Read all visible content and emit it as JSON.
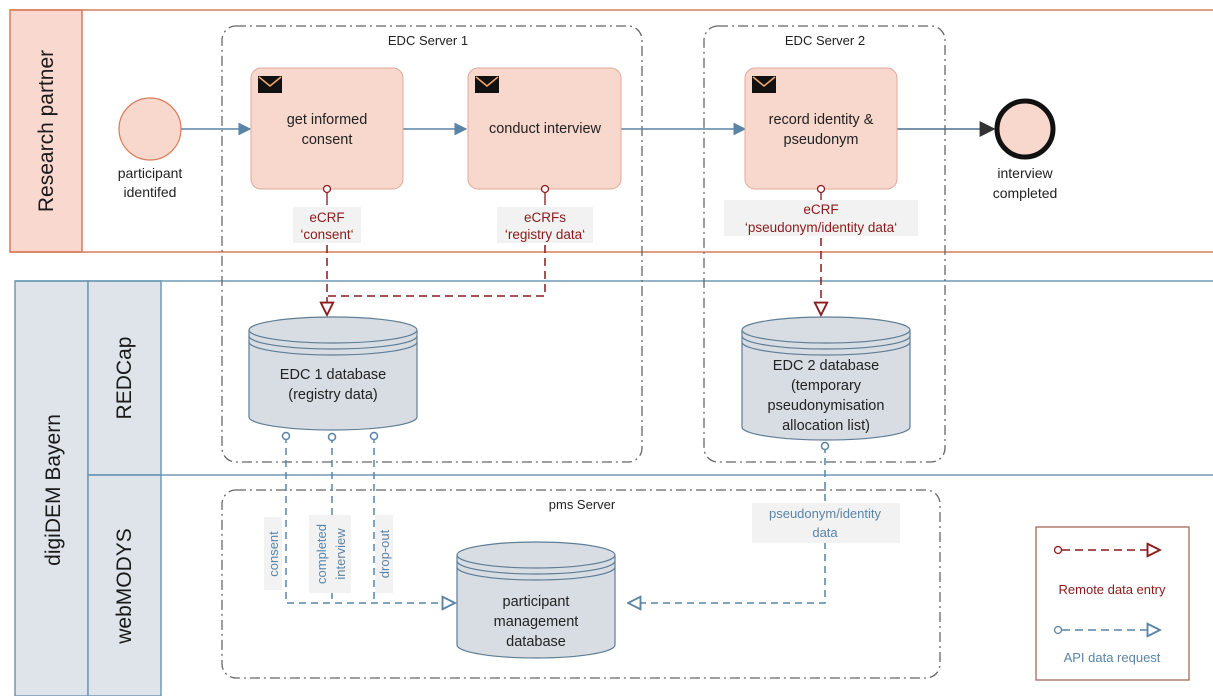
{
  "lanes": {
    "research_partner": "Research partner",
    "digidem": "digiDEM Bayern",
    "redcap": "REDCap",
    "webmodys": "webMODYS"
  },
  "servers": {
    "edc1": "EDC Server 1",
    "edc2": "EDC Server 2",
    "pms": "pms Server"
  },
  "events": {
    "start": [
      "participant",
      "identifed"
    ],
    "end": [
      "interview",
      "completed"
    ]
  },
  "tasks": {
    "consent": [
      "get informed",
      "consent"
    ],
    "interview": [
      "conduct interview"
    ],
    "identity": [
      "record identity &",
      "pseudonym"
    ]
  },
  "ecrf": {
    "consent": [
      "eCRF",
      "‘consent‘"
    ],
    "registry": [
      "eCRFs",
      "‘registry data‘"
    ],
    "pseudonym": [
      "eCRF",
      "‘pseudonym/identity data‘"
    ]
  },
  "databases": {
    "edc1": [
      "EDC 1 database",
      "(registry data)"
    ],
    "edc2": [
      "EDC 2 database",
      "(temporary",
      "pseudonymisation",
      "allocation list)"
    ],
    "pms": [
      "participant",
      "management",
      "database"
    ]
  },
  "api_labels": {
    "consent": "consent",
    "completed": [
      "completed",
      "interview"
    ],
    "dropout": "drop-out",
    "pseudonym": [
      "pseudonym/identity",
      "data"
    ]
  },
  "legend": {
    "remote": "Remote data entry",
    "api": "API data request"
  },
  "colors": {
    "lane_header_orange": "#f9d8cf",
    "lane_border_orange": "#d77b5a",
    "lane_header_blue": "#dfe4ea",
    "lane_border_blue": "#6f9ab5",
    "task_fill": "#f8d7cd",
    "db_fill": "#d7dde3",
    "remote_red": "#8b1a1a",
    "api_blue": "#5a84a6",
    "flow_blue": "#5a84a6"
  }
}
